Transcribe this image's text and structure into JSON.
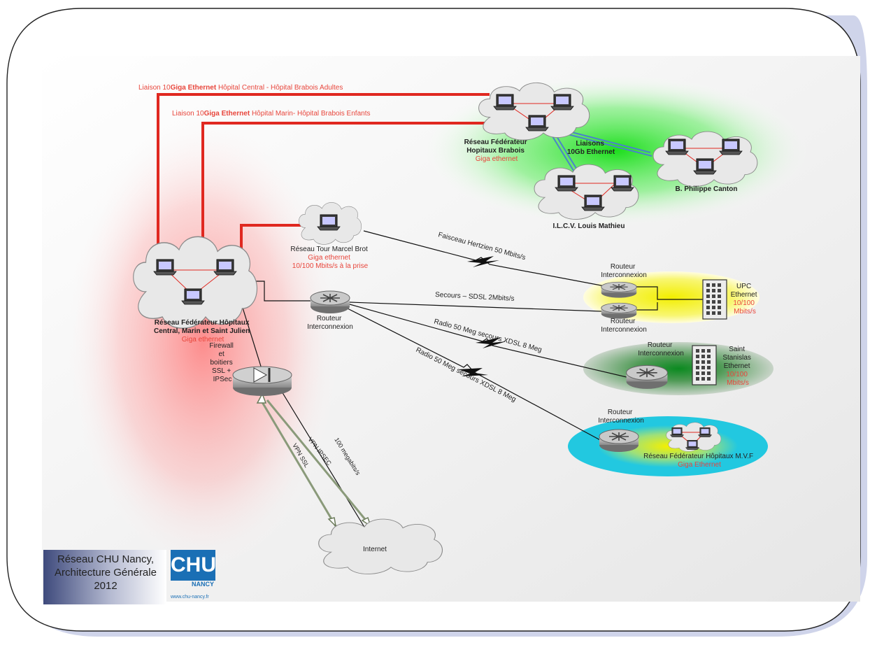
{
  "links": {
    "liaison_1": {
      "prefix": "Liaison 10",
      "bold": "Giga Ethernet",
      "rest": " Hôpital Central - Hôpital Brabois Adultes"
    },
    "liaison_2": {
      "prefix": "Liaison 10",
      "bold": "Giga Ethernet",
      "rest": " Hôpital Marin- Hôpital Brabois Enfants"
    },
    "liaisons_10gb": [
      "Liaisons",
      "10Gb Ethernet"
    ],
    "faisceau": "Faisceau Hertzien 50 Mbits/s",
    "secours_sdsl": "Secours – SDSL 2Mbits/s",
    "radio_1": "Radio 50 Meg secours XDSL 8 Meg",
    "radio_2": "Radio 50 Meg secours XDSL 8 Meg",
    "vpn_ssl": "VPN SSL",
    "vpn_ipsec": "VPN IPSEC",
    "internet_speed": "100 megabits/s"
  },
  "nodes": {
    "central": {
      "title": [
        "Réseau Fédérateur Hôpitaux",
        "Central, Marin et Saint Julien"
      ],
      "sub": "Giga ethernet"
    },
    "brabois": {
      "title": [
        "Réseau Fédérateur",
        "Hopitaux Brabois"
      ],
      "sub": "Giga ethernet"
    },
    "canton": {
      "title": "B. Philippe Canton"
    },
    "ilcv": {
      "title": "I.L.C.V. Louis Mathieu"
    },
    "tour": {
      "title": "Réseau Tour Marcel Brot",
      "sub": [
        "Giga ethernet",
        "10/100 Mbits/s à la prise"
      ]
    },
    "router_main": {
      "title": [
        "Routeur",
        "Interconnexion"
      ]
    },
    "router_upc_top": {
      "title": [
        "Routeur",
        "Interconnexion"
      ]
    },
    "router_upc_bottom": {
      "title": [
        "Routeur",
        "Interconnexion"
      ]
    },
    "upc": {
      "title": [
        "UPC",
        "Ethernet"
      ],
      "sub": [
        "10/100",
        "Mbits/s"
      ]
    },
    "router_stanislas": {
      "title": [
        "Routeur",
        "Interconnexion"
      ]
    },
    "stanislas": {
      "title": [
        "Saint",
        "Stanislas",
        "Ethernet"
      ],
      "sub": [
        "10/100",
        "Mbits/s"
      ]
    },
    "router_mvf": {
      "title": [
        "Routeur",
        "Interconnexion"
      ]
    },
    "mvf": {
      "title": "Réseau Fédérateur Hôpitaux M.V.F",
      "sub": "Giga Ethernet"
    },
    "firewall": {
      "title": [
        "Firewall",
        "et",
        "boitiers",
        "SSL +",
        "IPSec"
      ]
    },
    "internet": {
      "title": "Internet"
    }
  },
  "caption": {
    "lines": [
      "Réseau CHU Nancy,",
      "Architecture Générale",
      "2012"
    ]
  },
  "logo": {
    "text": "CHU",
    "sub": "NANCY",
    "url": "www.chu-nancy.fr"
  },
  "colors": {
    "red_link": "#e02820",
    "accent_text": "#e8463c",
    "blue_link": "#4a84c8",
    "green_zone": "#22cc22",
    "yellow_zone": "#f4f000",
    "cyan_zone": "#22c8e0"
  }
}
